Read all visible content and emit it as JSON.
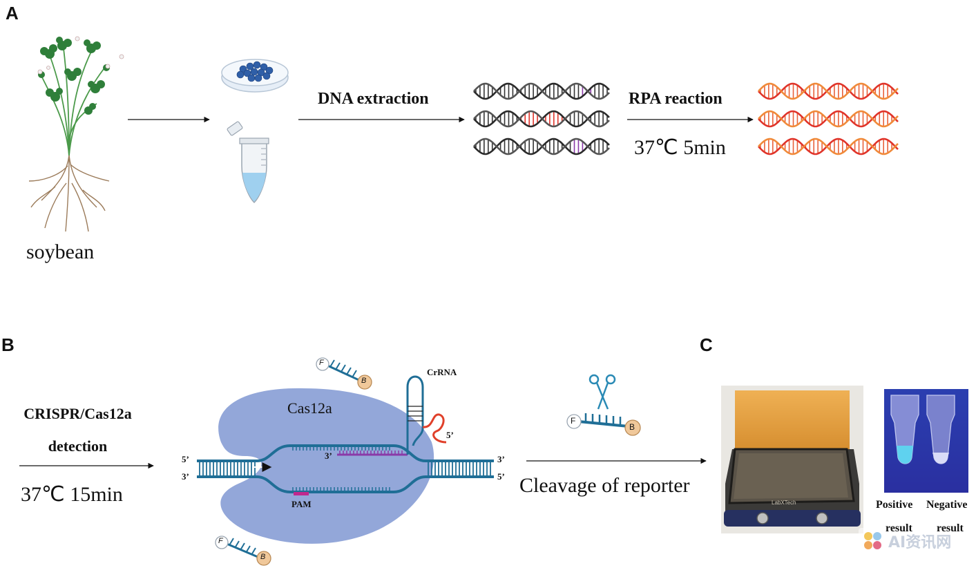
{
  "panels": {
    "a": {
      "letter": "A"
    },
    "b": {
      "letter": "B"
    },
    "c": {
      "letter": "C"
    }
  },
  "panel_a": {
    "plant_label": "soybean",
    "step1_label": "DNA extraction",
    "step2_label": "RPA reaction",
    "step2_condition": "37℃ 5min"
  },
  "panel_b": {
    "method_line1": "CRISPR/Cas12a",
    "method_line2": "detection",
    "condition": "37℃ 15min",
    "protein_label": "Cas12a",
    "crrna_label": "CrRNA",
    "pam_label": "PAM",
    "end_5_left": "5’",
    "end_3_left": "3’",
    "end_3_right": "3’",
    "end_5_right": "5’",
    "end_3_inner": "3’",
    "end_5_crrna": "5’",
    "reporter_f": "F",
    "reporter_b": "B",
    "cleavage_label": "Cleavage of reporter"
  },
  "panel_c": {
    "device_brand": "LabXTech",
    "tube_positive_line1": "Positive",
    "tube_positive_line2": "result",
    "tube_negative_line1": "Negative",
    "tube_negative_line2": "result",
    "watermark": "AI资讯网"
  },
  "colors": {
    "cas_protein": "#8a9fd6",
    "dna_strand": "#1f6e96",
    "crrna_purple": "#8a3aa8",
    "pam_magenta": "#c0288e",
    "rpa_red": "#e0342a",
    "rpa_orange": "#f08a3a",
    "device_orange": "#e79a2f"
  }
}
